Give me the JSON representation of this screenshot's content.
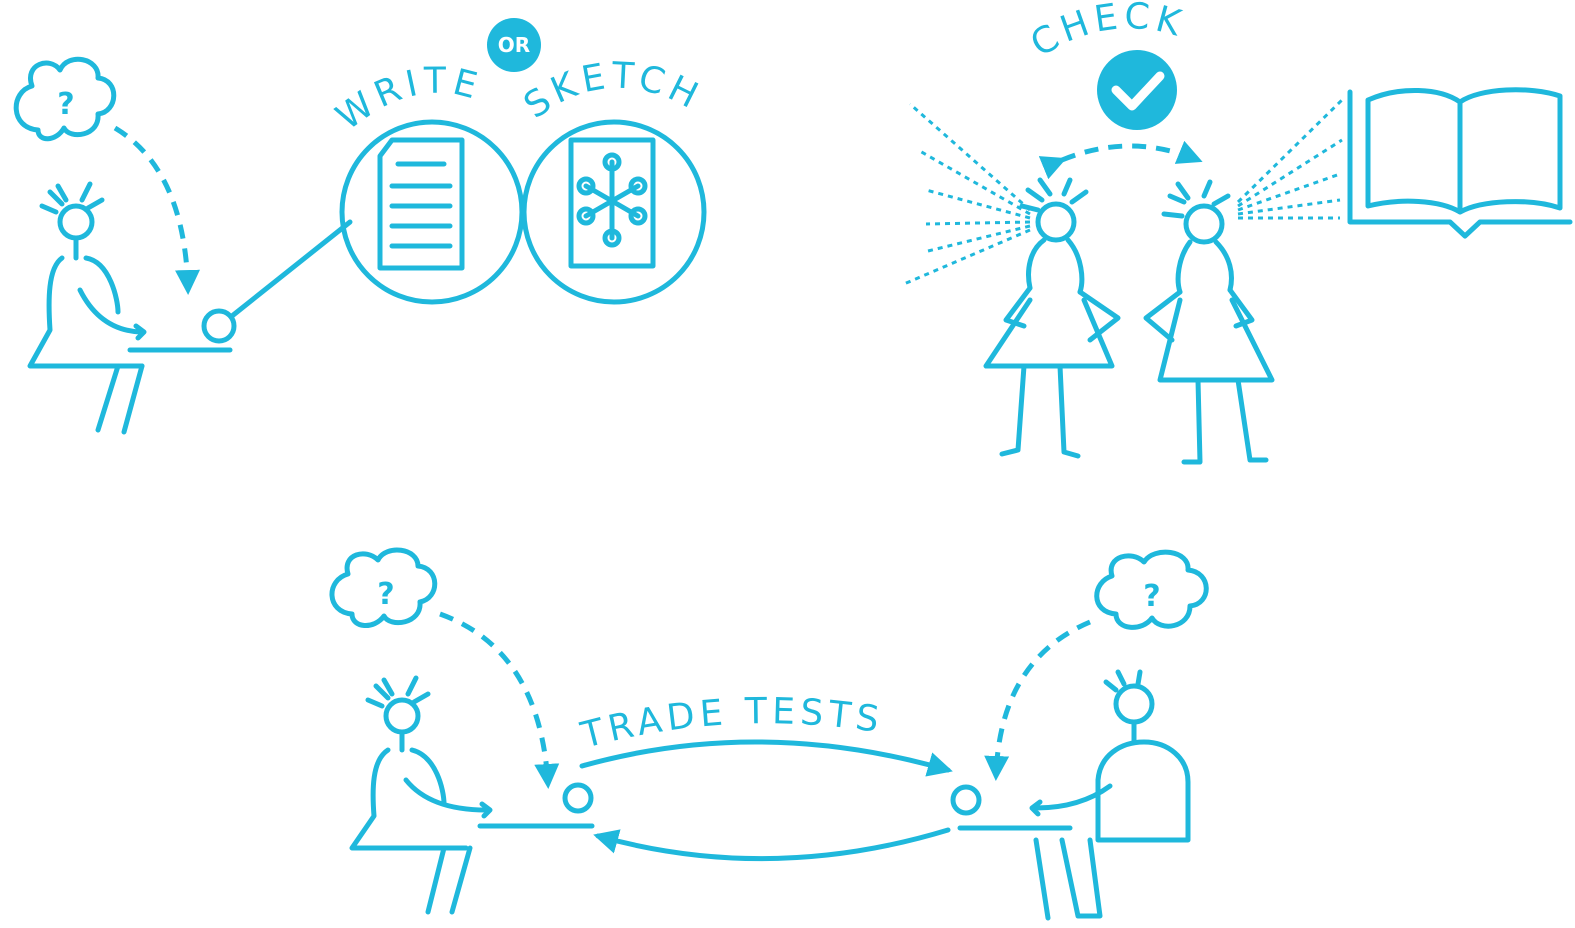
{
  "labels": {
    "or": "OR",
    "write": "WRITE",
    "sketch": "SKETCH",
    "check": "CHECK",
    "trade_tests": "TRADE TESTS",
    "question_mark": "?"
  },
  "icons": [
    "thought-bubble-icon",
    "document-icon",
    "sketch-diagram-icon",
    "checkmark-icon",
    "open-book-icon"
  ],
  "colors": {
    "accent": "#1fb8dc",
    "background": "#ffffff"
  }
}
